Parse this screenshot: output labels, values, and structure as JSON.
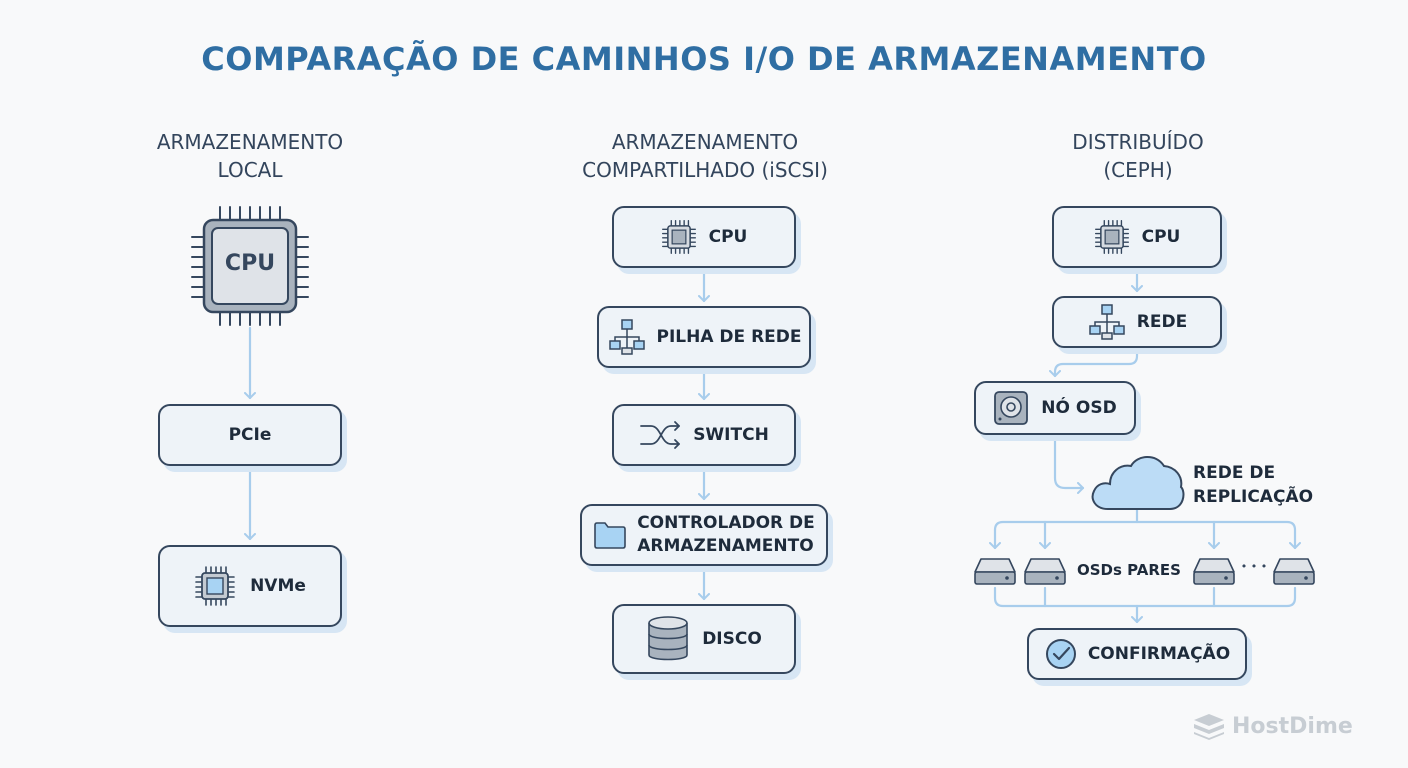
{
  "title": "COMPARAÇÃO DE CAMINHOS I/O DE ARMAZENAMENTO",
  "columns": {
    "local": {
      "title_line1": "ARMAZENAMENTO",
      "title_line2": "LOCAL",
      "nodes": {
        "cpu": "CPU",
        "pcie": "PCIe",
        "nvme": "NVMe"
      }
    },
    "shared": {
      "title_line1": "ARMAZENAMENTO",
      "title_line2": "COMPARTILHADO (iSCSI)",
      "nodes": {
        "cpu": "CPU",
        "network_stack": "PILHA DE REDE",
        "switch": "SWITCH",
        "controller_line1": "CONTROLADOR DE",
        "controller_line2": "ARMAZENAMENTO",
        "disk": "DISCO"
      }
    },
    "distributed": {
      "title_line1": "DISTRIBUÍDO",
      "title_line2": "(CEPH)",
      "nodes": {
        "cpu": "CPU",
        "network": "REDE",
        "osd_node": "NÓ OSD",
        "replication_line1": "REDE DE",
        "replication_line2": "REPLICAÇÃO",
        "peer_osds": "OSDs PARES",
        "ellipsis": "• • •",
        "confirmation": "CONFIRMAÇÃO"
      }
    }
  },
  "brand": "HostDime",
  "colors": {
    "title": "#2f6ea3",
    "arrow": "#a8cdec",
    "box_border": "#35475e",
    "box_fill": "#eef3f8",
    "accent_fill": "#bcdcf6"
  }
}
